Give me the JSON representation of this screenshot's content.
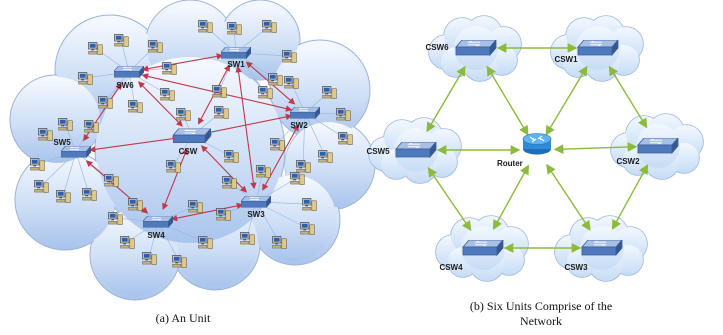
{
  "captions": {
    "left": "(a) An Unit",
    "right_line1": "(b) Six Units Comprise of the",
    "right_line2": "Network"
  },
  "unit": {
    "switches": [
      "SW1",
      "SW2",
      "SW3",
      "SW4",
      "SW5",
      "SW6"
    ],
    "core_switch": "CSW",
    "computer_icon": "desktop-computer-icon",
    "switch_icon": "network-switch-icon"
  },
  "network": {
    "units": [
      "CSW1",
      "CSW2",
      "CSW3",
      "CSW4",
      "CSW5",
      "CSW6"
    ],
    "router": "Router",
    "router_icon": "router-icon"
  },
  "colors": {
    "unit_links": "#c0394a",
    "network_links": "#8cba3c",
    "device_links": "#9bbbe0",
    "switch_body": "#5b83c4",
    "cloud_fill": "#bcd4f2",
    "router_body": "#2e8bd6"
  }
}
